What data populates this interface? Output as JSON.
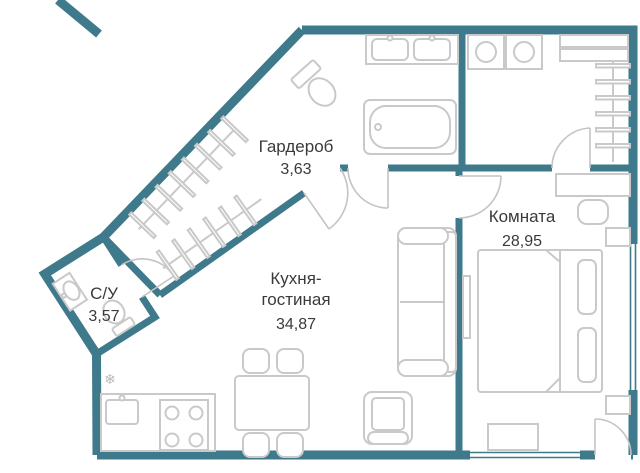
{
  "colors": {
    "wall": "#3e7a8c",
    "furniture": "#c9c9c9",
    "door_arc": "#c4c4c4",
    "text": "#3a3a3a",
    "background": "#ffffff"
  },
  "rooms": [
    {
      "name": "Гардероб",
      "area": "3,63"
    },
    {
      "name": "Комната",
      "area": "28,95"
    },
    {
      "name_line1": "Кухня-",
      "name_line2": "гостиная",
      "area": "34,87"
    },
    {
      "name": "С/У",
      "area": "3,57"
    }
  ],
  "icons": {
    "fridge_symbol": "❄"
  }
}
